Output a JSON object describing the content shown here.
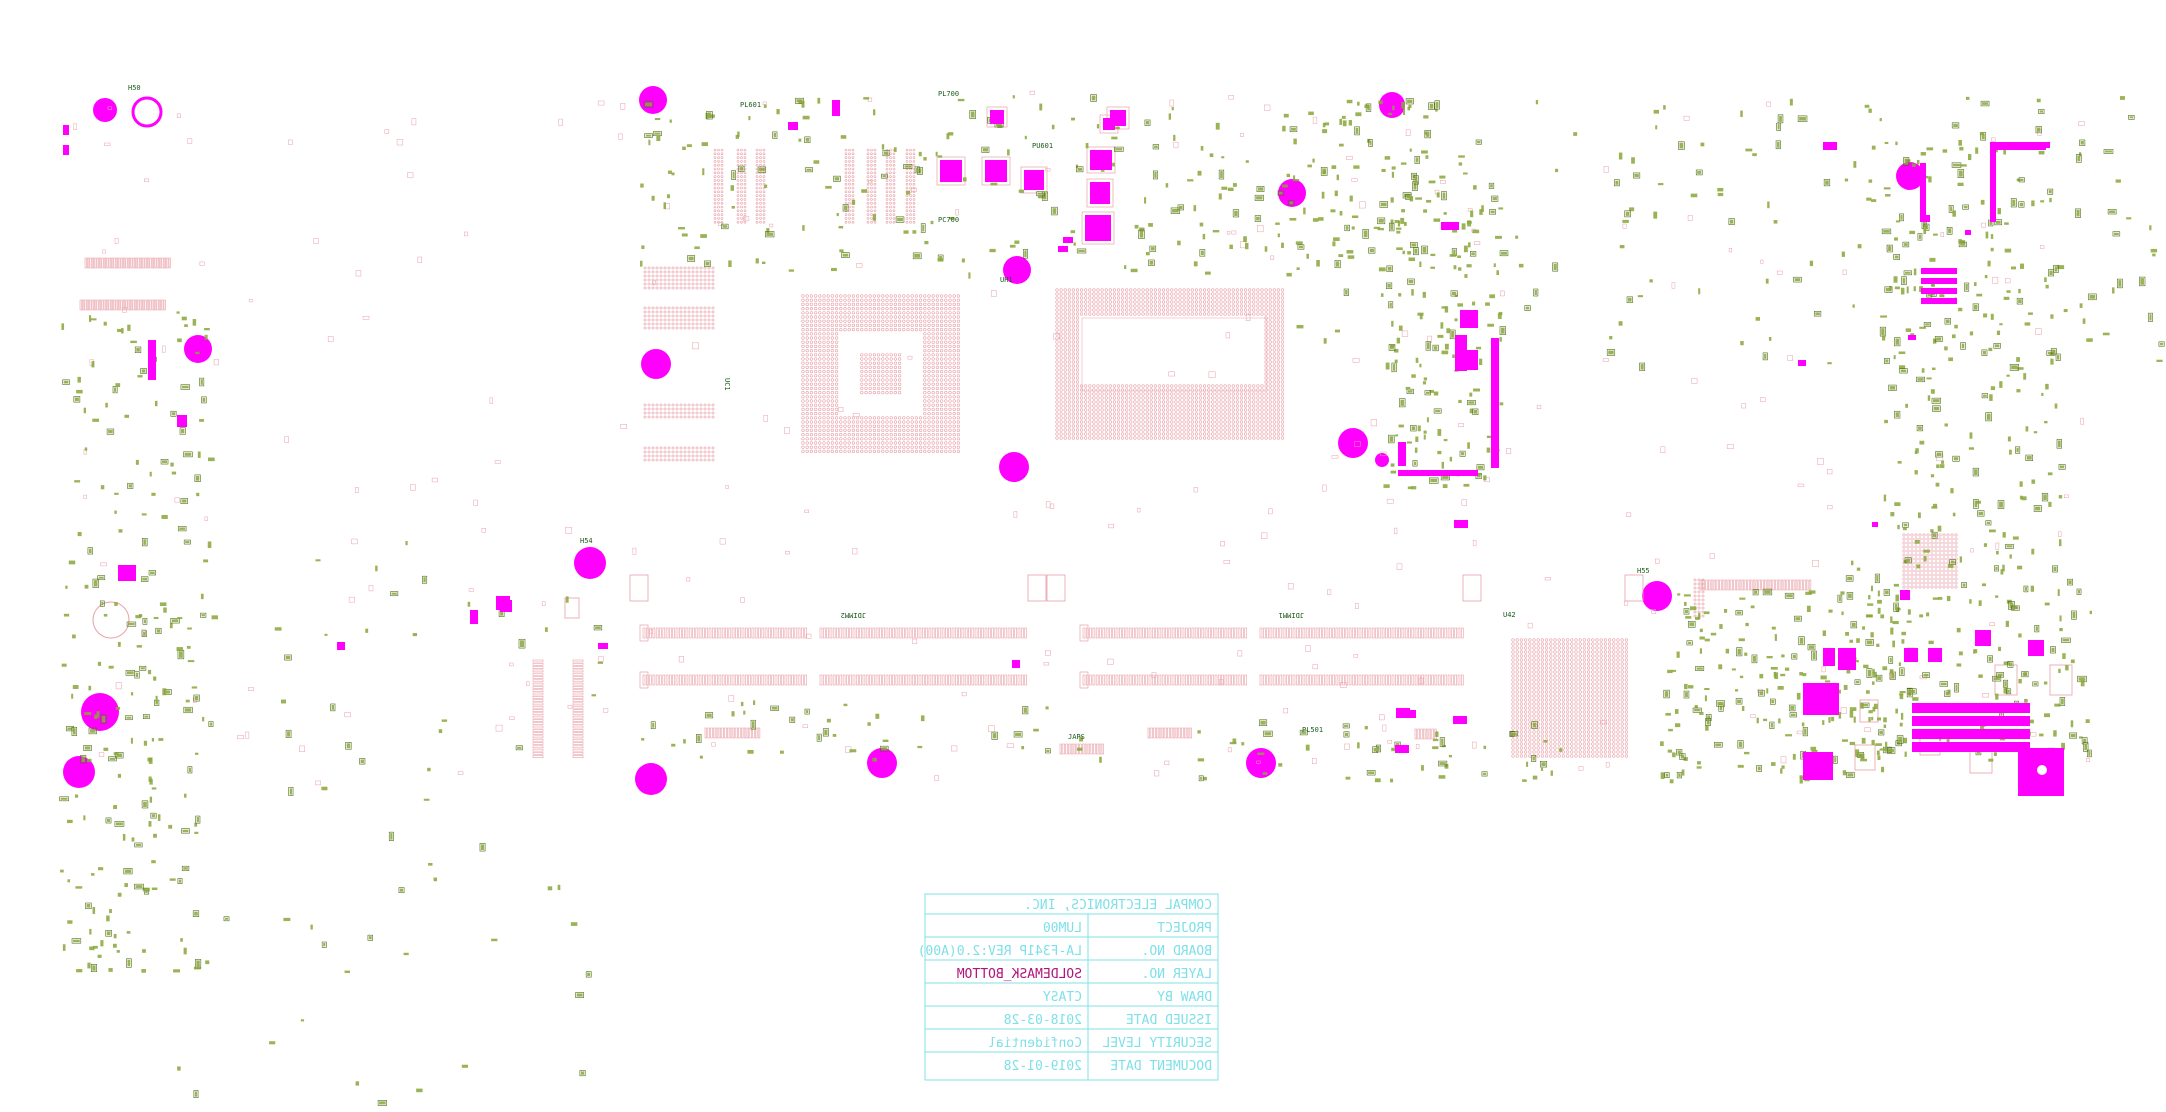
{
  "colors": {
    "background": "#ffffff",
    "soldermask": "#ff00ff",
    "pad_outline": "#e8a0a8",
    "silk": "#4f6b1a",
    "title_block": "#7fe0e8",
    "title_value": "#b0147a"
  },
  "board_labels": {
    "h50": "H50",
    "h54": "H54",
    "h55": "H55",
    "dimm2": "JDIMM2",
    "dimm1": "JDIMM1",
    "apu": "UC1",
    "pch": "UH1",
    "u42": "U42",
    "japs": "JAPS",
    "pl501": "PL501",
    "pl601": "PL601",
    "pl700": "PL700",
    "pu601": "PU601",
    "pc700": "PC700"
  },
  "title_block": {
    "company": "COMPAL ELECTRONICS, INC.",
    "rows": [
      {
        "label": "PROJECT",
        "value": "LUM00"
      },
      {
        "label": "BOARD NO.",
        "value": "LA-F341P REV:2.0(A00)"
      },
      {
        "label": "LAYER NO.",
        "value": "SOLDEMASK_BOTTOM"
      },
      {
        "label": "DRAW BY",
        "value": "CTASY"
      },
      {
        "label": "ISSUED DATE",
        "value": "2018-03-28"
      },
      {
        "label": "SECURITY LEVEL",
        "value": "Confidential"
      },
      {
        "label": "DOCUMENT DATE",
        "value": "2019-01-28"
      }
    ]
  }
}
